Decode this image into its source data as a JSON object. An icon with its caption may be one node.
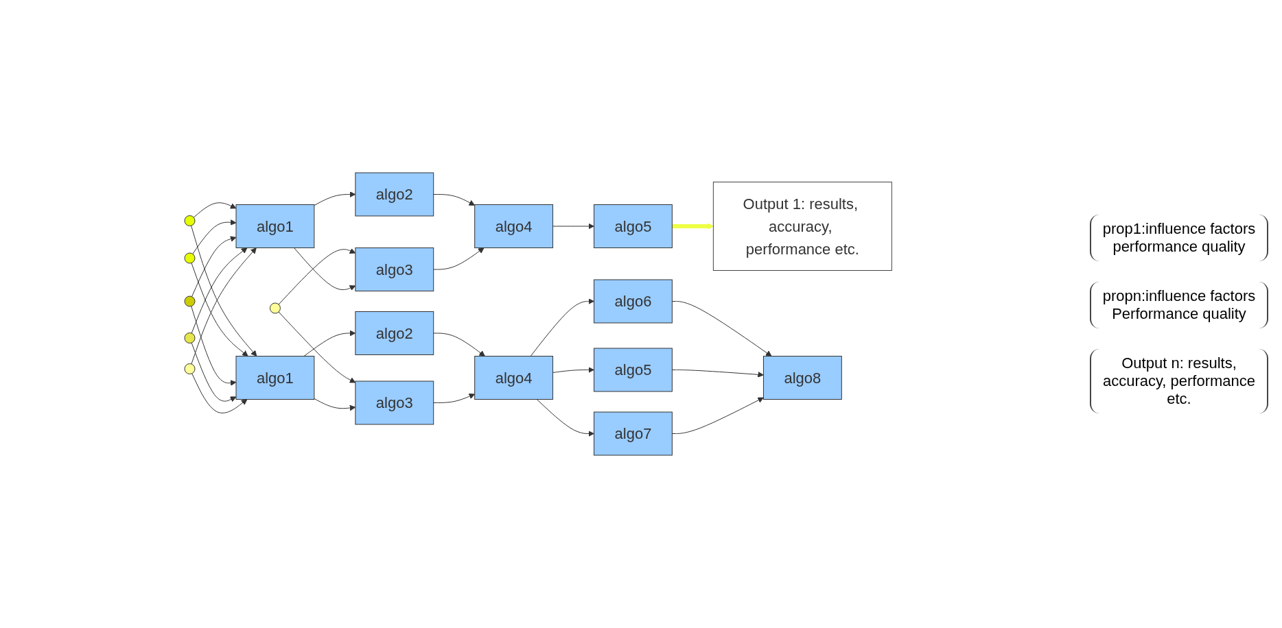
{
  "diagram": {
    "nodes": [
      {
        "text": [],
        "shape": "circle"
      },
      {
        "text": [],
        "shape": "circle"
      },
      {
        "text": [],
        "shape": "circle"
      },
      {
        "text": [],
        "shape": "circle"
      },
      {
        "text": [],
        "shape": "circle"
      },
      {
        "text": [],
        "shape": "circle"
      },
      {
        "text": [
          "algo1"
        ]
      },
      {
        "text": [
          "algo2"
        ]
      },
      {
        "text": [
          "algo3"
        ]
      },
      {
        "text": [
          "algo4"
        ]
      },
      {
        "text": [
          "algo5"
        ]
      },
      {
        "text": [
          "Output 1: results, accuracy, performance etc."
        ]
      },
      {
        "text": [
          "algo1"
        ]
      },
      {
        "text": [
          "algo2"
        ]
      },
      {
        "text": [
          "algo3"
        ]
      },
      {
        "text": [
          "algo4"
        ]
      },
      {
        "text": [
          "algo6"
        ]
      },
      {
        "text": [
          "algo5"
        ]
      },
      {
        "text": [
          "algo7"
        ]
      },
      {
        "text": [
          "algo8"
        ]
      }
    ],
    "edges": [
      {
        "from": 0,
        "to": 6,
        "arrow": "to"
      },
      {
        "from": 0,
        "to": 12,
        "arrow": "to"
      },
      {
        "from": 1,
        "to": 6,
        "arrow": "to"
      },
      {
        "from": 1,
        "to": 12,
        "arrow": "to"
      },
      {
        "from": 2,
        "to": 6,
        "arrow": "to"
      },
      {
        "from": 2,
        "to": 12,
        "arrow": "to"
      },
      {
        "from": 3,
        "to": 6,
        "arrow": "to"
      },
      {
        "from": 3,
        "to": 12,
        "arrow": "to"
      },
      {
        "from": 4,
        "to": 6,
        "arrow": "to"
      },
      {
        "from": 4,
        "to": 12,
        "arrow": "to"
      },
      {
        "from": 5,
        "to": 8,
        "arrow": "to"
      },
      {
        "from": 5,
        "to": 14,
        "arrow": "to"
      },
      {
        "from": 6,
        "to": 7,
        "arrow": "to"
      },
      {
        "from": 6,
        "to": 8,
        "arrow": "to"
      },
      {
        "from": 7,
        "to": 9,
        "arrow": "to"
      },
      {
        "from": 8,
        "to": 9,
        "arrow": "to"
      },
      {
        "from": 9,
        "to": 10,
        "arrow": "to"
      },
      {
        "from": 10,
        "to": 11,
        "arrow": "to",
        "style": "thick",
        "color": "#eeff44"
      },
      {
        "from": 12,
        "to": 13,
        "arrow": "to"
      },
      {
        "from": 12,
        "to": 14,
        "arrow": "to"
      },
      {
        "from": 13,
        "to": 15,
        "arrow": "to"
      },
      {
        "from": 14,
        "to": 15,
        "arrow": "to"
      },
      {
        "from": 15,
        "to": 16,
        "arrow": "to"
      },
      {
        "from": 15,
        "to": 17,
        "arrow": "to"
      },
      {
        "from": 15,
        "to": 18,
        "arrow": "to"
      },
      {
        "from": 16,
        "to": 19,
        "arrow": "to"
      },
      {
        "from": 17,
        "to": 19,
        "arrow": "to"
      },
      {
        "from": 18,
        "to": 19,
        "arrow": "to"
      }
    ],
    "labels": [
      "prop1:influence factors performance quality",
      "propn:influence factors Performance quality",
      "Output n: results, accuracy, performance etc."
    ]
  }
}
